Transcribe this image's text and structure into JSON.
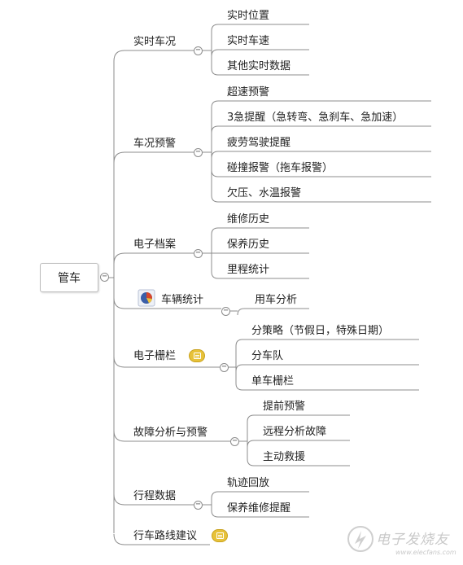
{
  "root": {
    "label": "管车"
  },
  "branches": [
    {
      "label": "实时车况",
      "children": [
        "实时位置",
        "实时车速",
        "其他实时数据"
      ]
    },
    {
      "label": "车况预警",
      "children": [
        "超速预警",
        "3急提醒（急转弯、急刹车、急加速）",
        "疲劳驾驶提醒",
        "碰撞报警（拖车报警）",
        "欠压、水温报警"
      ]
    },
    {
      "label": "电子档案",
      "children": [
        "维修历史",
        "保养历史",
        "里程统计"
      ]
    },
    {
      "label": "车辆统计",
      "icon": "pie-chart-icon",
      "children": [
        "用车分析"
      ]
    },
    {
      "label": "电子栅栏",
      "icon": "note-icon",
      "children": [
        "分策略（节假日，特殊日期）",
        "分车队",
        "单车栅栏"
      ]
    },
    {
      "label": "故障分析与预警",
      "children": [
        "提前预警",
        "远程分析故障",
        "主动救援"
      ]
    },
    {
      "label": "行程数据",
      "children": [
        "轨迹回放",
        "保养维修提醒"
      ]
    },
    {
      "label": "行车路线建议",
      "icon": "note-icon",
      "children": []
    }
  ],
  "collapse_symbol": "−",
  "watermark": {
    "text": "电子发烧友",
    "url": "www.elecfans.com"
  },
  "colors": {
    "line": "#8c8c8c",
    "note_icon": "#e7c23a",
    "pie_blue": "#3b5fa8",
    "pie_red": "#d9472b"
  }
}
